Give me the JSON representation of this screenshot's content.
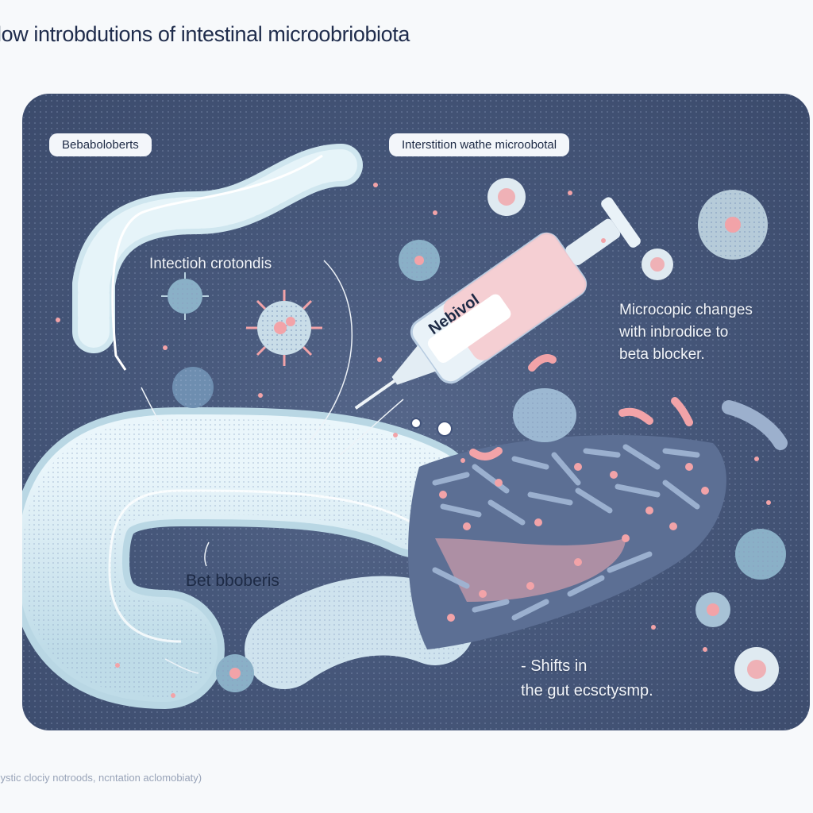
{
  "title": "low  introbdutions of intestinal microobriobiota",
  "labels": {
    "top_left": "Bebaboloberts",
    "top_center": "Interstition wathe microobotal",
    "infection": "Intectioh crotondis",
    "syringe": "Nebivol",
    "microscopic_line1": "Microcopic changes",
    "microscopic_line2": "with inbrodice to",
    "microscopic_line3": "beta blocker.",
    "bottom_left": "Bet bboberis",
    "shifts_line1": "- Shifts in",
    "shifts_line2": "the gut ecsctysmp."
  },
  "footer": "cystic clociy notroods, ncntation aclomobiaty)",
  "colors": {
    "panel_bg": "#46577a",
    "intestine": "#dff0f6",
    "microbe_pink": "#f2a3a8",
    "bacteria_blue": "#7e95b8",
    "syringe_fluid": "#f7c9cc"
  }
}
